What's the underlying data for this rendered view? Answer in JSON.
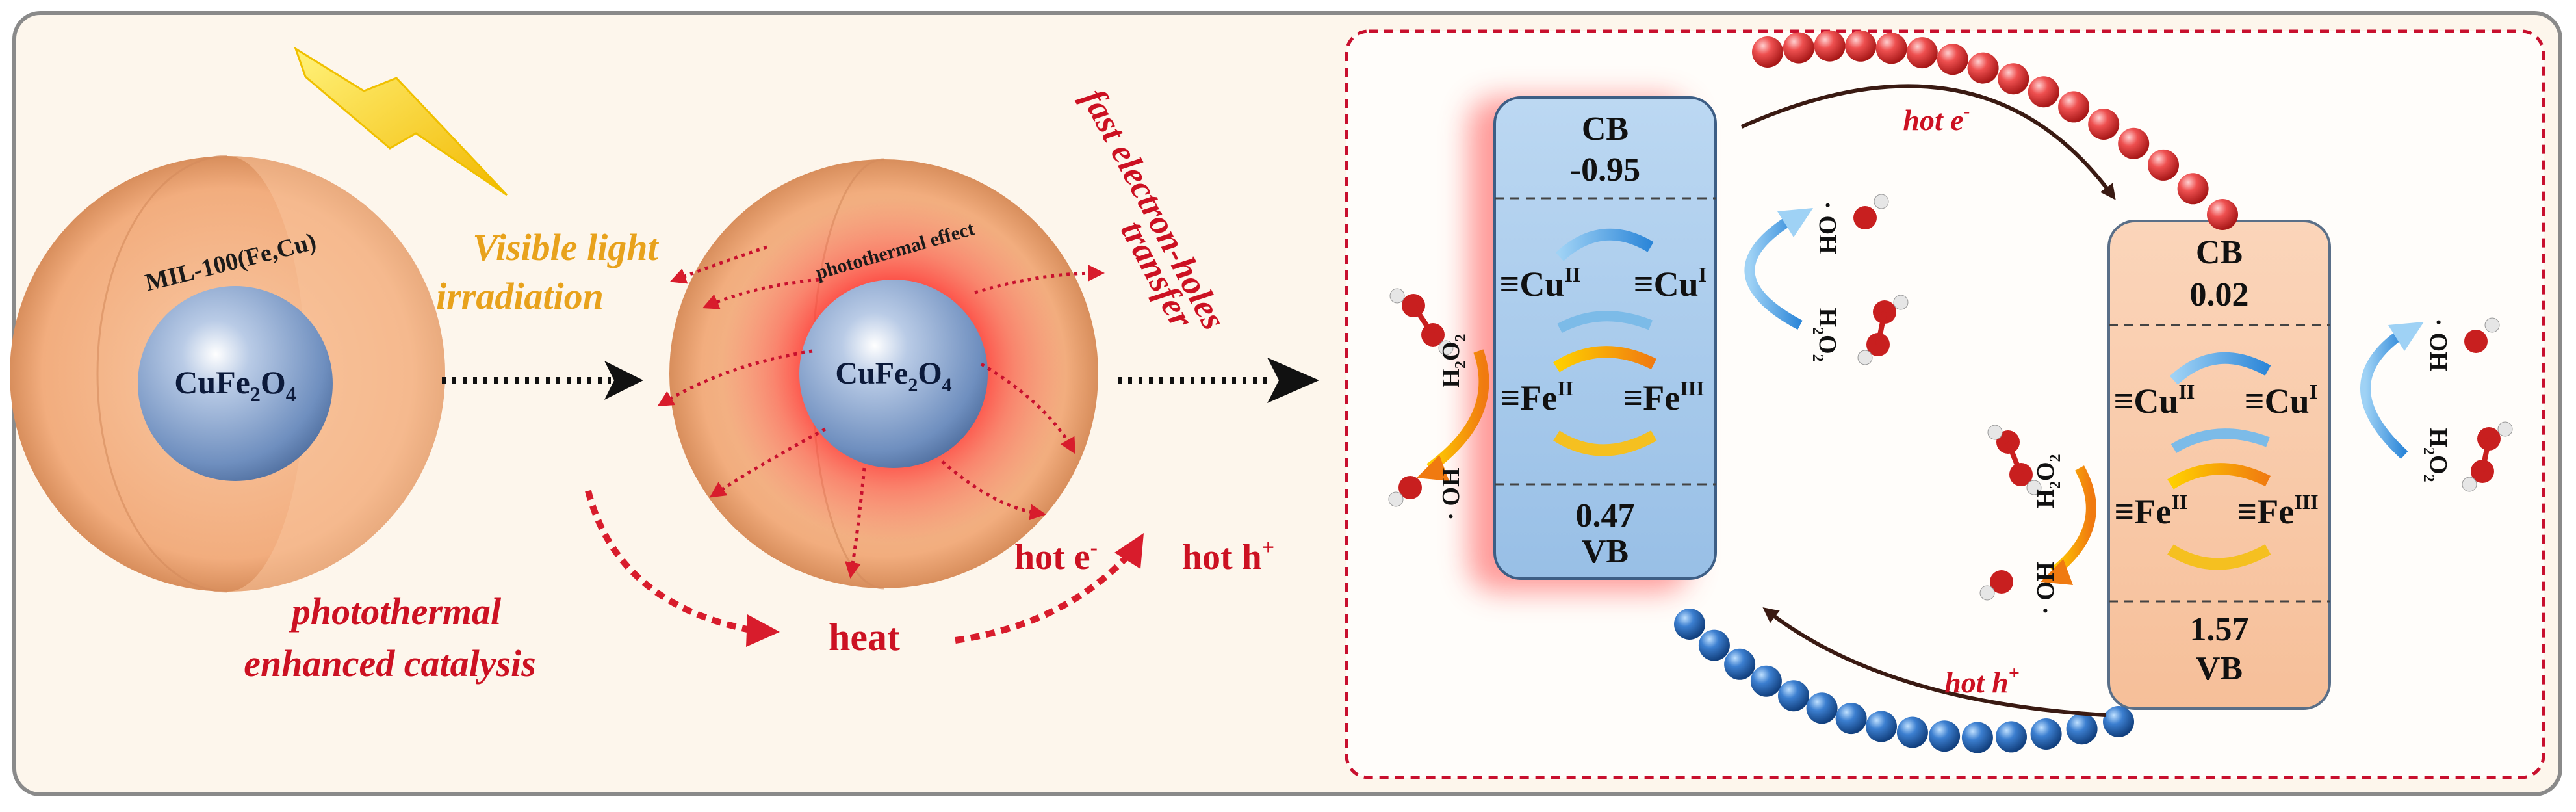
{
  "left_panel": {
    "shell_label": "MIL-100(Fe,Cu)",
    "core_label_main": "CuFe",
    "core_label_sub": "2",
    "core_label_o": "O",
    "core_label_sub2": "4",
    "visible_light_line1": "Visible light",
    "visible_light_line2": "irradiation",
    "photothermal_effect": "photothermal effect",
    "fast_transfer_line1": "fast electron-holes",
    "fast_transfer_line2": "transfer",
    "photothermal_line1": "photothermal",
    "photothermal_line2": "enhanced catalysis",
    "heat": "heat",
    "hot_e": "hot e",
    "hot_e_sup": "-",
    "hot_h": "hot h",
    "hot_h_sup": "+"
  },
  "right_panel": {
    "hot_e": "hot e",
    "hot_e_sup": "-",
    "hot_h": "hot h",
    "hot_h_sup": "+",
    "mil_box": {
      "cb_label": "CB",
      "cb_value": "-0.95",
      "vb_value": "0.47",
      "vb_label": "VB"
    },
    "cufe_box": {
      "cb_label": "CB",
      "cb_value": "0.02",
      "vb_value": "1.57",
      "vb_label": "VB"
    },
    "cu_ii": "≡Cu",
    "cu_ii_sup": "II",
    "cu_i": "≡Cu",
    "cu_i_sup": "I",
    "fe_ii": "≡Fe",
    "fe_ii_sup": "II",
    "fe_iii": "≡Fe",
    "fe_iii_sup": "III",
    "h2o2": "H",
    "h2o2_sub": "2",
    "h2o2_o": "O",
    "h2o2_sub2": "2",
    "oh": "· OH"
  },
  "colors": {
    "frame_border": "#888888",
    "background": "#fdf6ec",
    "shell_orange": "#f4b489",
    "core_blue": "#7f9dc9",
    "red_text": "#cc1122",
    "gold_text": "#e8a21c",
    "blue_box": "#a7c9ea",
    "peach_box": "#f8c7a6",
    "electron": "#e23b3b",
    "hole": "#1f5fad"
  }
}
